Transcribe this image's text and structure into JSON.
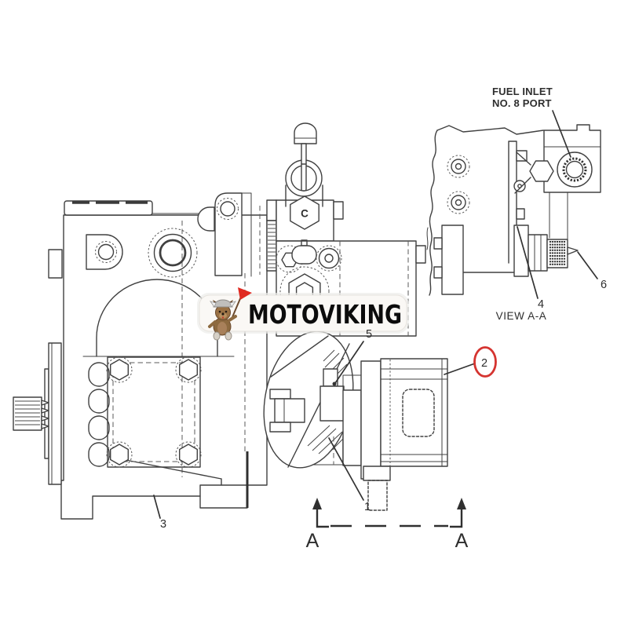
{
  "diagram": {
    "watermark": {
      "brand": "MOTOVIKING",
      "logo": "viking-dog-icon"
    },
    "annotations": {
      "fuel_inlet_line1": "FUEL INLET",
      "fuel_inlet_line2": "NO. 8 PORT",
      "view_label": "VIEW A-A",
      "valve_marking": "C",
      "section_label_left": "A",
      "section_label_right": "A"
    },
    "callouts": [
      {
        "label": "1",
        "highlighted": false
      },
      {
        "label": "2",
        "highlighted": true
      },
      {
        "label": "3",
        "highlighted": false
      },
      {
        "label": "4",
        "highlighted": false
      },
      {
        "label": "5",
        "highlighted": false
      },
      {
        "label": "6",
        "highlighted": false
      }
    ],
    "colors": {
      "background": "#ffffff",
      "line": "#404040",
      "text": "#2e2e2e",
      "highlight_red": "#d53430",
      "flag_red": "#e02a21"
    }
  }
}
